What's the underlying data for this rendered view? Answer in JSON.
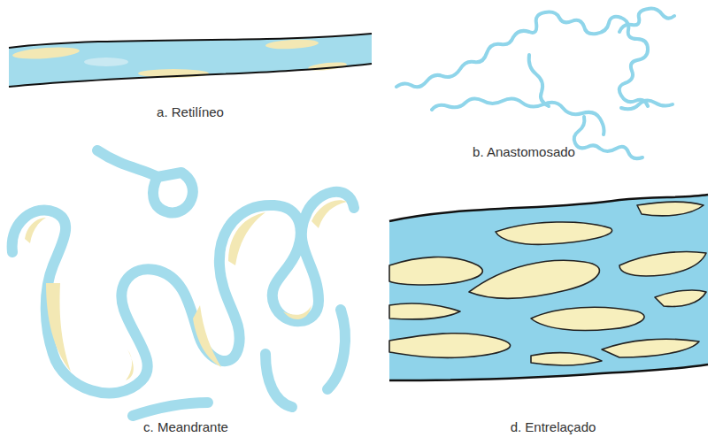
{
  "diagram": {
    "labels": [
      "a. Retilíneo",
      "b. Anastomosado",
      "c. Meandrante",
      "d. Entrelaçado"
    ]
  }
}
